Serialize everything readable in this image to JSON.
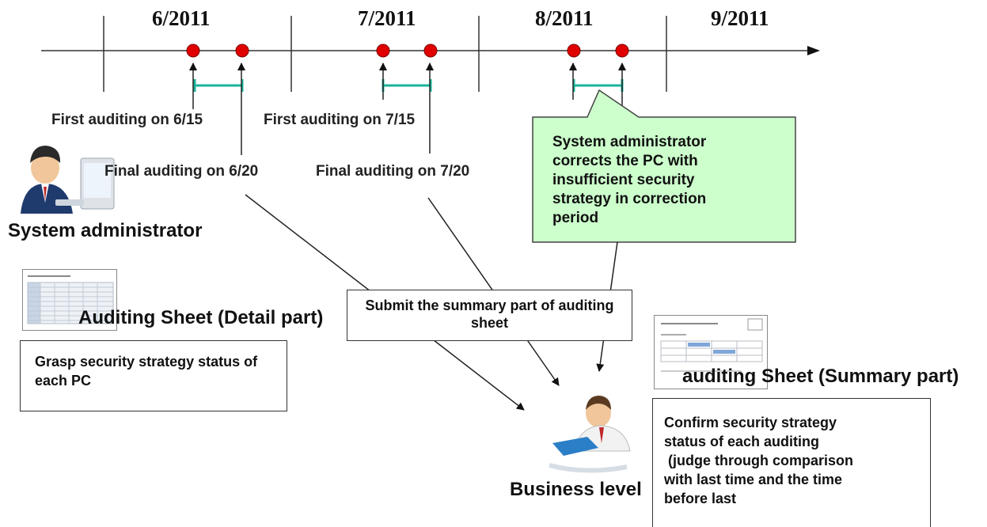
{
  "timeline": {
    "months": [
      "6/2011",
      "7/2011",
      "8/2011",
      "9/2011"
    ]
  },
  "labels": {
    "first_audit_june": "First auditing on 6/15",
    "final_audit_june": "Final auditing on 6/20",
    "first_audit_july": "First auditing on 7/15",
    "final_audit_july": "Final auditing on 7/20"
  },
  "callout": {
    "text": "System administrator corrects the PC with insufficient security strategy in correction period"
  },
  "actors": {
    "system_admin": "System administrator",
    "business_level": "Business level"
  },
  "detail_sheet": {
    "title": "Auditing Sheet (Detail part)",
    "description": "Grasp security strategy status of each PC"
  },
  "submit_box": {
    "text": "Submit the summary part of auditing sheet"
  },
  "summary_sheet": {
    "title": "auditing Sheet (Summary part)",
    "description_lines": [
      "Confirm security strategy",
      "status of each auditing",
      " (judge through comparison",
      "with last time and the time",
      "before last"
    ]
  },
  "colors": {
    "marker": "#e00000",
    "period_bar": "#1ab39a",
    "callout_fill": "#ccffcc",
    "line": "#333333"
  }
}
